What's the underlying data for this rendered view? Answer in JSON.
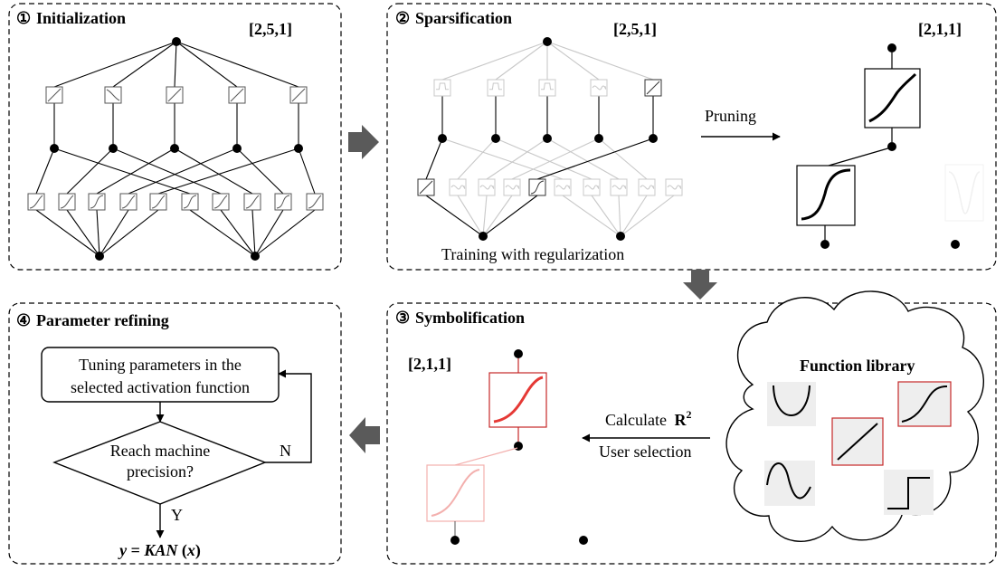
{
  "panels": {
    "initialization": {
      "number": "①",
      "title": "Initialization",
      "shape": "[2,5,1]"
    },
    "sparsification": {
      "number": "②",
      "title": "Sparsification",
      "shape": "[2,5,1]",
      "pruned_shape": "[2,1,1]",
      "pruning_label": "Pruning",
      "training_label": "Training with regularization"
    },
    "symbolification": {
      "number": "③",
      "title": "Symbolification",
      "shape": "[2,1,1]",
      "calc_label": "Calculate",
      "calc_symbol": "R",
      "calc_sup": "2",
      "selection_label": "User selection",
      "library_title": "Function library"
    },
    "refining": {
      "number": "④",
      "title": "Parameter refining",
      "box_line1": "Tuning parameters in the",
      "box_line2": "selected activation function",
      "decision_line1": "Reach machine",
      "decision_line2": "precision?",
      "no_label": "N",
      "yes_label": "Y",
      "result_y": "y",
      "result_eq": " = ",
      "result_kan": "KAN",
      "result_open": " (",
      "result_x": "x",
      "result_close": ")"
    }
  },
  "colors": {
    "accent": "#c62828",
    "faded": "#f3b0ae",
    "gray_arrow": "#5a5a5a",
    "light_node": "#bdbdbd"
  }
}
